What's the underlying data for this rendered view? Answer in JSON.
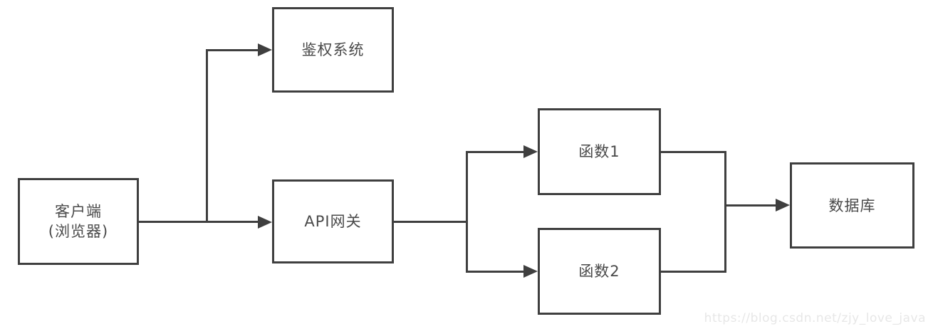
{
  "diagram": {
    "nodes": {
      "client": {
        "label_line1": "客户端",
        "label_line2": "(浏览器)"
      },
      "auth": {
        "label": "鉴权系统"
      },
      "gateway": {
        "label": "API网关"
      },
      "func1": {
        "label": "函数1"
      },
      "func2": {
        "label": "函数2"
      },
      "database": {
        "label": "数据库"
      }
    },
    "edges": [
      {
        "from": "客户端(浏览器)",
        "to": "鉴权系统"
      },
      {
        "from": "客户端(浏览器)",
        "to": "API网关"
      },
      {
        "from": "API网关",
        "to": "函数1"
      },
      {
        "from": "API网关",
        "to": "函数2"
      },
      {
        "from": "函数1",
        "to": "数据库"
      },
      {
        "from": "函数2",
        "to": "数据库"
      }
    ],
    "colors": {
      "background": "#ffffff",
      "line": "#3f3f3f",
      "box_border": "#3f3f3f",
      "box_fill": "#ffffff",
      "text": "#4a4a4a",
      "watermark": "#e7e7e7"
    },
    "watermark": "https://blog.csdn.net/zjy_love_java"
  }
}
